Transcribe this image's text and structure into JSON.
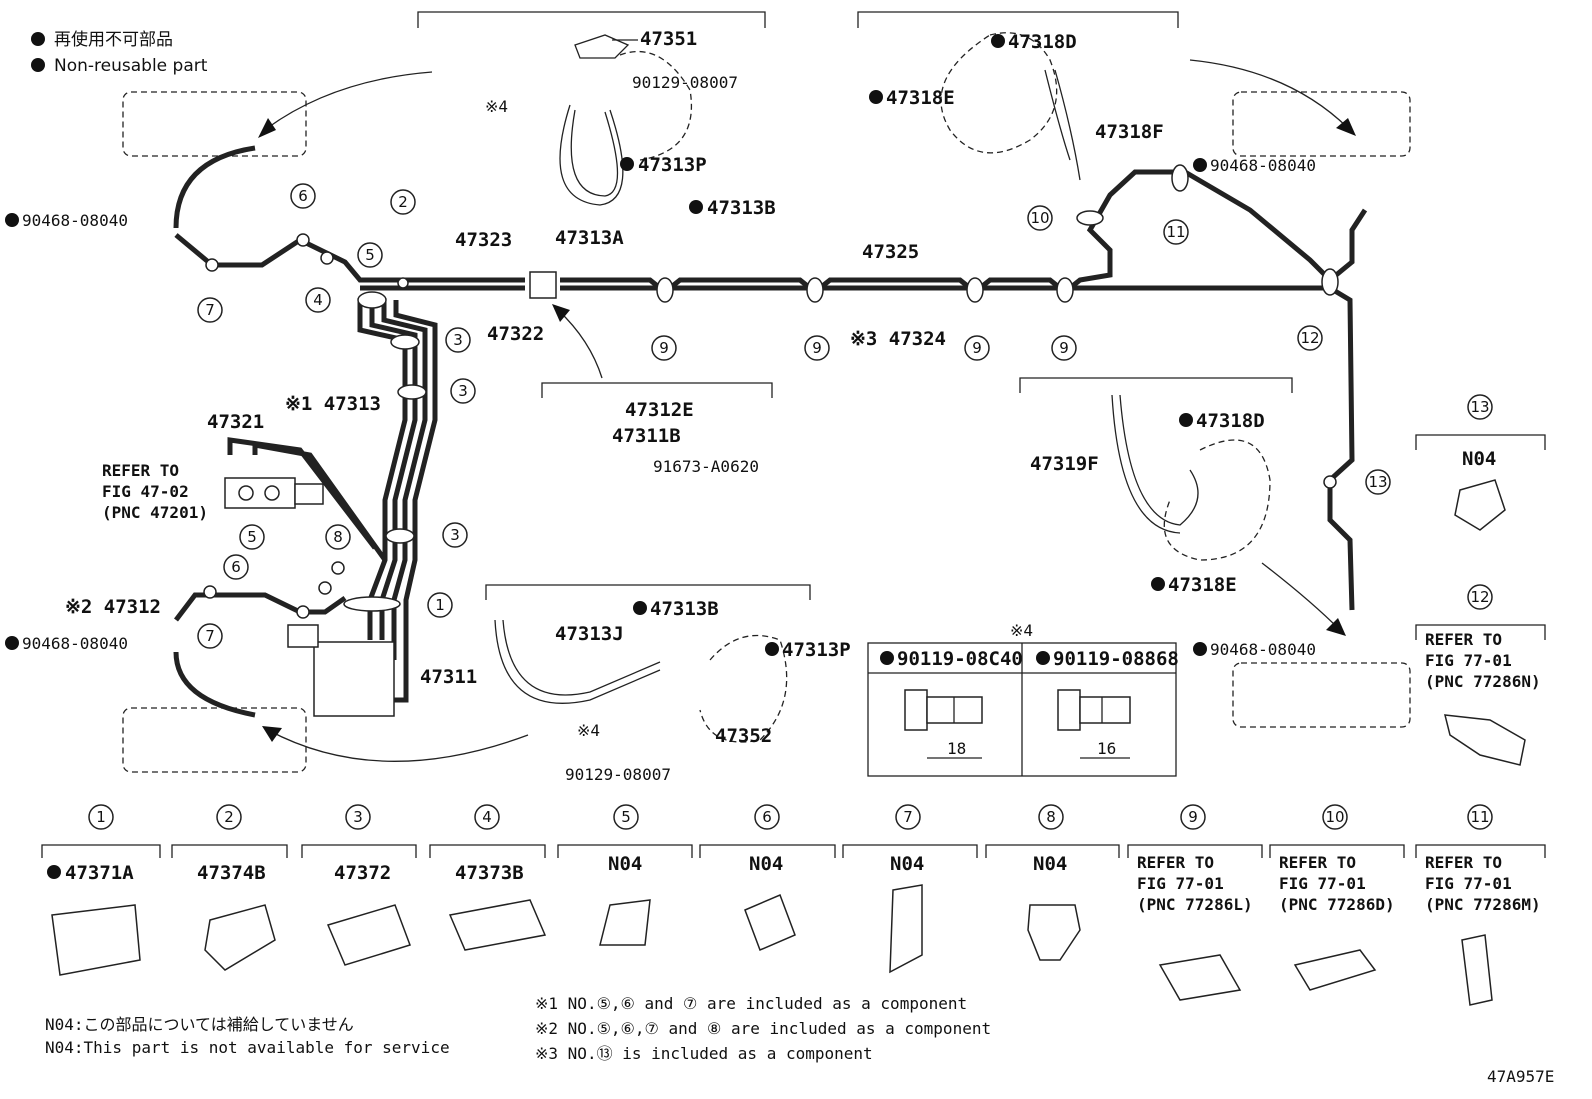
{
  "legend": {
    "jp": "再使用不可部品",
    "en": "Non-reusable part"
  },
  "parts": {
    "p47351": "47351",
    "p90129a": "90129-08007",
    "p47313P_top": "47313P",
    "p47313B_top": "47313B",
    "p47313A": "47313A",
    "note4_top": "※4",
    "p47318D_top": "47318D",
    "p47318E_top": "47318E",
    "p47318F": "47318F",
    "p90468_tr": "90468-08040",
    "p90468_tl": "90468-08040",
    "p47323": "47323",
    "p47325": "47325",
    "p47322": "47322",
    "p47324": "※3 47324",
    "p47313": "※1 47313",
    "p47321": "47321",
    "refer_fig4702_1": "REFER TO",
    "refer_fig4702_2": "FIG 47-02",
    "refer_fig4702_3": "(PNC 47201)",
    "p47312E": "47312E",
    "p47311B": "47311B",
    "p91673": "91673-A0620",
    "p47319F": "47319F",
    "p47318D_mid": "47318D",
    "p47318E_mid": "47318E",
    "p47312": "※2 47312",
    "p90468_ml": "90468-08040",
    "p47311": "47311",
    "p47313J": "47313J",
    "p47313B_mid": "47313B",
    "p47313P_mid": "47313P",
    "p47352": "47352",
    "note4_mid": "※4",
    "p90129b": "90129-08007",
    "p90468_mr": "90468-08040",
    "bolt_note": "※4",
    "bolt1": "90119-08C40",
    "bolt2": "90119-08868",
    "bolt1_len": "18",
    "bolt2_len": "16"
  },
  "callouts": [
    "1",
    "2",
    "3",
    "4",
    "5",
    "6",
    "7",
    "8",
    "9",
    "10",
    "11",
    "12",
    "13"
  ],
  "right_col": {
    "c13_label": "N04",
    "c12_ref1": "REFER TO",
    "c12_ref2": "FIG 77-01",
    "c12_ref3": "(PNC 77286N)"
  },
  "bottom_row": [
    {
      "num": "1",
      "label": "47371A"
    },
    {
      "num": "2",
      "label": "47374B"
    },
    {
      "num": "3",
      "label": "47372"
    },
    {
      "num": "4",
      "label": "47373B"
    },
    {
      "num": "5",
      "label": "N04"
    },
    {
      "num": "6",
      "label": "N04"
    },
    {
      "num": "7",
      "label": "N04"
    },
    {
      "num": "8",
      "label": "N04"
    },
    {
      "num": "9",
      "ref1": "REFER TO",
      "ref2": "FIG 77-01",
      "ref3": "(PNC 77286L)"
    },
    {
      "num": "10",
      "ref1": "REFER TO",
      "ref2": "FIG 77-01",
      "ref3": "(PNC 77286D)"
    },
    {
      "num": "11",
      "ref1": "REFER TO",
      "ref2": "FIG 77-01",
      "ref3": "(PNC 77286M)"
    }
  ],
  "notes": {
    "n04_jp": "N04:この部品については補給していません",
    "n04_en": "N04:This part is not available for service",
    "note1": "※1 NO.⑤,⑥ and ⑦ are included as a component",
    "note2": "※2 NO.⑤,⑥,⑦ and ⑧ are included as a component",
    "note3": "※3 NO.⑬ is included as a component"
  },
  "diagram_code": "47A957E"
}
